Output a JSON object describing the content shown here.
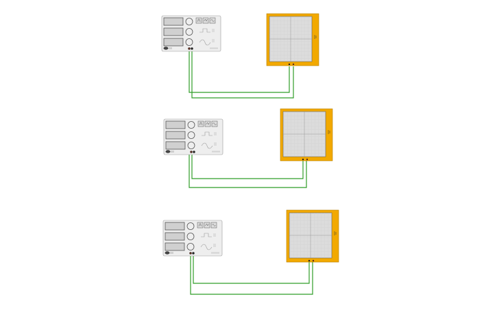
{
  "canvas": {
    "background": "#ffffff"
  },
  "colors": {
    "wire": "#2f9d27",
    "scope_frame": "#f2a900",
    "scope_screen": "#dcdcdc",
    "scope_grid": "#bcbcbc",
    "generator_body": "#eeeeee",
    "generator_border": "#999999"
  },
  "circuits": [
    {
      "generator_icons": [
        "square-wave-icon",
        "triangle-wave-icon",
        "sine-wave-icon"
      ],
      "generator_outputs": [
        "pos-terminal-icon",
        "neg-terminal-icon"
      ],
      "scope_terminals": [
        "channel-a-terminal",
        "channel-b-terminal"
      ]
    },
    {
      "generator_icons": [
        "square-wave-icon",
        "triangle-wave-icon",
        "sine-wave-icon"
      ],
      "generator_outputs": [
        "pos-terminal-icon",
        "neg-terminal-icon"
      ],
      "scope_terminals": [
        "channel-a-terminal",
        "channel-b-terminal"
      ]
    },
    {
      "generator_icons": [
        "square-wave-icon",
        "triangle-wave-icon",
        "sine-wave-icon"
      ],
      "generator_outputs": [
        "pos-terminal-icon",
        "neg-terminal-icon"
      ],
      "scope_terminals": [
        "channel-a-terminal",
        "channel-b-terminal"
      ]
    }
  ]
}
